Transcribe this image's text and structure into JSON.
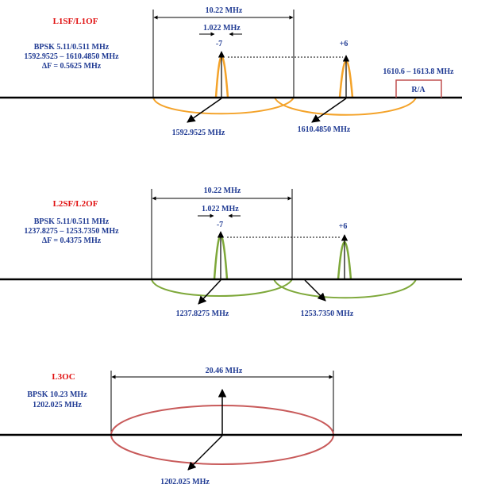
{
  "colors": {
    "title_red": "#e01010",
    "text_blue": "#1f3a93",
    "orange": "#f4a32a",
    "green": "#7ea83a",
    "rose": "#c85a5a",
    "ra_box": "#c05050",
    "axis": "#000000"
  },
  "panels": [
    {
      "title": "L1SF/L1OF",
      "modulation": "BPSK 5.11/0.511 MHz",
      "range": "1592.9525 – 1610.4850 MHz",
      "delta": "ΔF = 0.5625 MHz",
      "bandwidth": "10.22 MHz",
      "channel_width": "1.022 MHz",
      "low_channel": "-7",
      "high_channel": "+6",
      "low_freq": "1592.9525 MHz",
      "high_freq": "1610.4850 MHz",
      "ra_range": "1610.6 – 1613.8 MHz",
      "ra_label": "R/A"
    },
    {
      "title": "L2SF/L2OF",
      "modulation": "BPSK 5.11/0.511 MHz",
      "range": "1237.8275 – 1253.7350 MHz",
      "delta": "ΔF = 0.4375 MHz",
      "bandwidth": "10.22 MHz",
      "channel_width": "1.022 MHz",
      "low_channel": "-7",
      "high_channel": "+6",
      "low_freq": "1237.8275 MHz",
      "high_freq": "1253.7350 MHz"
    },
    {
      "title": "L3OC",
      "modulation": "BPSK 10.23 MHz",
      "center": "1202.025 MHz",
      "bandwidth": "20.46 MHz",
      "center_freq": "1202.025 MHz"
    }
  ]
}
